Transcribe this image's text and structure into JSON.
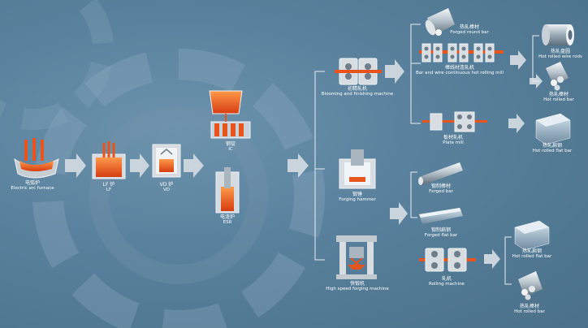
{
  "nodes": {
    "eaf": {
      "cn": "电弧炉",
      "en": "Electric arc furnace"
    },
    "lf": {
      "cn": "LF 炉",
      "en": "LF"
    },
    "vd": {
      "cn": "VD 炉",
      "en": "VD"
    },
    "ic": {
      "cn": "钢锭",
      "en": "IC"
    },
    "esr": {
      "cn": "电渣炉",
      "en": "ESR"
    },
    "blooming": {
      "cn": "初精轧机",
      "en": "Blooming and finishing machine"
    },
    "forged_round_bar": {
      "cn": "热轧棒材",
      "en": "Forged round bar"
    },
    "bar_wire_mill": {
      "cn": "棒线材连轧机",
      "en": "Bar and wire continuous hot rolling mill"
    },
    "hot_rolled_wire_rods": {
      "cn": "热轧盘圆",
      "en": "Hot rolled wire rods"
    },
    "hot_rolled_bar_1": {
      "cn": "热轧棒材",
      "en": "Hot rolled bar"
    },
    "plate_mill": {
      "cn": "板材轧机",
      "en": "Plate mill"
    },
    "hot_rolled_flat_bar_1": {
      "cn": "热轧扁钢",
      "en": "Hot rolled flat bar"
    },
    "forging_hammer": {
      "cn": "锻锤",
      "en": "Forging hammer"
    },
    "forged_bar": {
      "cn": "锻制棒材",
      "en": "Forged bar"
    },
    "forged_flat_bar": {
      "cn": "锻制扁钢",
      "en": "Forged flat bar"
    },
    "rolling_machine": {
      "cn": "轧机",
      "en": "Rolling machine"
    },
    "high_speed_forging": {
      "cn": "快锻机",
      "en": "High speed forging machine"
    },
    "hot_rolled_flat_bar_2": {
      "cn": "热轧扁钢",
      "en": "Hot rolled flat bar"
    },
    "hot_rolled_bar_2": {
      "cn": "热轧棒材",
      "en": "Hot rolled bar"
    }
  },
  "colors": {
    "arrow": "#c9d4dc",
    "line": "#e8eef2",
    "molten": "#e8551c",
    "machine": "#d8dde1",
    "steel": "#9aa9b6"
  }
}
